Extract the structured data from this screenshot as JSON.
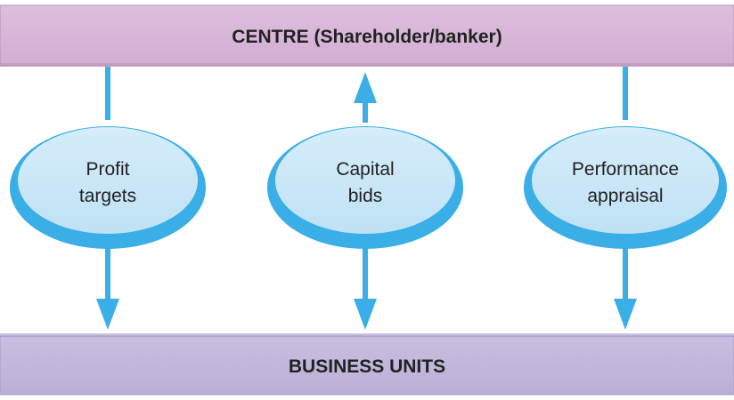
{
  "top_bar": {
    "label": "CENTRE (Shareholder/banker)",
    "color": "#d9b7d9",
    "border": "#b98fb9"
  },
  "bottom_bar": {
    "label": "BUSINESS UNITS",
    "color": "#c3b8db",
    "border": "#a89bc8"
  },
  "nodes": [
    {
      "line1": "Profit",
      "line2": "targets"
    },
    {
      "line1": "Capital",
      "line2": "bids"
    },
    {
      "line1": "Performance",
      "line2": "appraisal"
    }
  ],
  "arrow_color": "#3aaee6",
  "ellipse_fill": "#c9e6f7",
  "ellipse_rim": "#3aaee6"
}
